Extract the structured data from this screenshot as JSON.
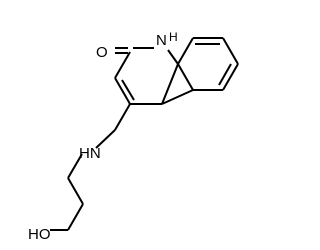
{
  "molecule": {
    "atoms": {
      "oxygen_carbonyl": "O",
      "nitrogen_ring": "N",
      "nitrogen_ring_h": "H",
      "nitrogen_amine": "HN",
      "hydroxyl": "HO"
    }
  }
}
